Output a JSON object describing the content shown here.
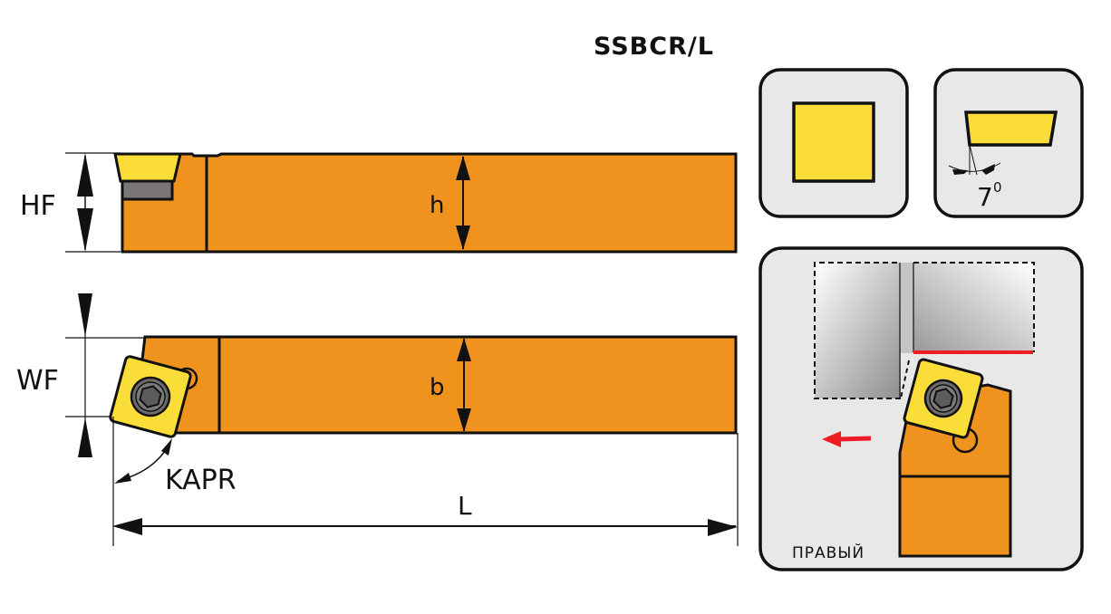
{
  "title": "SSBCR/L",
  "colors": {
    "body": "#f0921e",
    "insert": "#fbdd3a",
    "shim": "#7a7677",
    "panel": "#e9e8e9",
    "outline": "#111111",
    "feed_arrow": "#ee1c24"
  },
  "side_view": {
    "labels": {
      "hf": "HF",
      "h": "h"
    }
  },
  "top_view": {
    "labels": {
      "wf": "WF",
      "b": "b",
      "kapr": "KAPR",
      "l": "L"
    }
  },
  "insert_shape_panel": {
    "shape": "square",
    "icon": "square-insert-icon"
  },
  "clearance_panel": {
    "angle_value": "7",
    "angle_unit": "0",
    "icon": "clearance-angle-icon"
  },
  "application_panel": {
    "hand_label": "ПРАВЫЙ",
    "feed_direction": "left",
    "icon": "feed-arrow-icon"
  }
}
